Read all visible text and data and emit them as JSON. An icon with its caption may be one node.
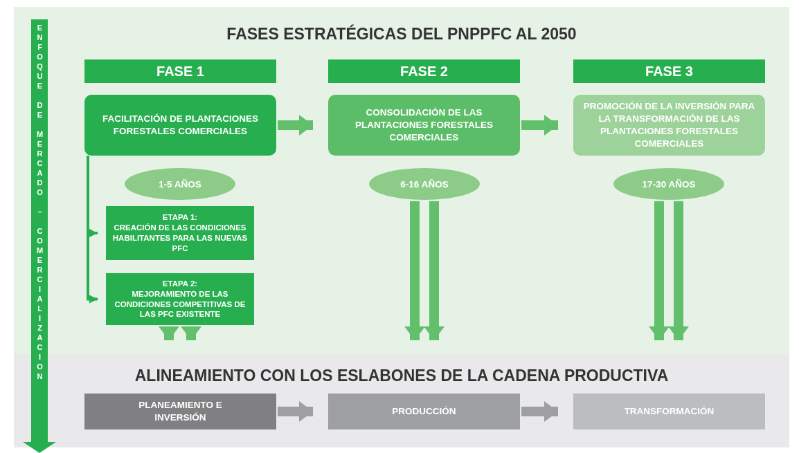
{
  "diagram": {
    "nodes": [
      {
        "text": [
          "FASES ESTRATÉGICAS DEL PNPPFC AL 2050"
        ]
      },
      {
        "text": [
          "FASE 1"
        ],
        "in": 0
      },
      {
        "text": [
          "FASE 2"
        ],
        "in": 0
      },
      {
        "text": [
          "FASE 3"
        ],
        "in": 0
      },
      {
        "text": [
          "FACILITACIÓN DE PLANTACIONES FORESTALES COMERCIALES"
        ],
        "in": 0
      },
      {
        "text": [
          "CONSOLIDACIÓN DE LAS PLANTACIONES FORESTALES COMERCIALES"
        ],
        "in": 0
      },
      {
        "text": [
          "PROMOCIÓN DE LA INVERSIÓN PARA LA TRANSFORMACIÓN DE LAS PLANTACIONES FORESTALES COMERCIALES"
        ],
        "in": 0
      },
      {
        "text": [
          "1-5 AÑOS"
        ],
        "in": 0
      },
      {
        "text": [
          "6-16 AÑOS"
        ],
        "in": 0
      },
      {
        "text": [
          "17-30 AÑOS"
        ],
        "in": 0
      },
      {
        "text": [
          "ETAPA 1:",
          "CREACIÓN DE LAS CONDICIONES HABILITANTES PARA LAS NUEVAS PFC"
        ],
        "in": 0
      },
      {
        "text": [
          "ETAPA 2:",
          "MEJORAMIENTO DE LAS CONDICIONES COMPETITIVAS DE LAS PFC EXISTENTE"
        ],
        "in": 0
      },
      {
        "text": [
          "ALINEAMIENTO CON LOS ESLABONES DE LA CADENA PRODUCTIVA"
        ]
      },
      {
        "text": [
          "PLANEAMIENTO E INVERSIÓN"
        ],
        "in": 12
      },
      {
        "text": [
          "PRODUCCIÓN"
        ],
        "in": 12
      },
      {
        "text": [
          "TRANSFORMACIÓN"
        ],
        "in": 12
      },
      {
        "text": [
          "ENFOQUE DE MERCADO – COMERCIALIZACION"
        ]
      }
    ],
    "edges": [
      {
        "from": 4,
        "to": 5,
        "arrow": "to"
      },
      {
        "from": 5,
        "to": 6,
        "arrow": "to"
      },
      {
        "from": 4,
        "to": 10,
        "arrow": "to",
        "color": "#27ae4f"
      },
      {
        "from": 4,
        "to": 11,
        "arrow": "to",
        "color": "#27ae4f"
      },
      {
        "from": 11,
        "to": 12,
        "arrow": "to"
      },
      {
        "from": 11,
        "to": 12,
        "arrow": "to"
      },
      {
        "from": 8,
        "to": 12,
        "arrow": "to"
      },
      {
        "from": 8,
        "to": 12,
        "arrow": "to"
      },
      {
        "from": 9,
        "to": 12,
        "arrow": "to"
      },
      {
        "from": 9,
        "to": 12,
        "arrow": "to"
      },
      {
        "from": 13,
        "to": 14,
        "arrow": "to",
        "color": "#9e9fa2"
      },
      {
        "from": 14,
        "to": 15,
        "arrow": "to",
        "color": "#9e9fa2"
      }
    ]
  }
}
